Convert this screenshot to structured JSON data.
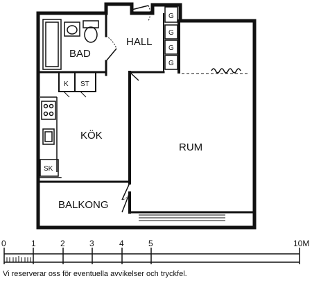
{
  "rooms": {
    "bad": "BAD",
    "hall": "HALL",
    "kok": "KÖK",
    "rum": "RUM",
    "balkong": "BALKONG",
    "k": "K",
    "st": "ST",
    "sk": "SK",
    "g": "G"
  },
  "scale": {
    "ticks": [
      "0",
      "1",
      "2",
      "3",
      "4",
      "5",
      "10M"
    ]
  },
  "disclaimer": "Vi reserverar oss för eventuella avvikelser och tryckfel."
}
